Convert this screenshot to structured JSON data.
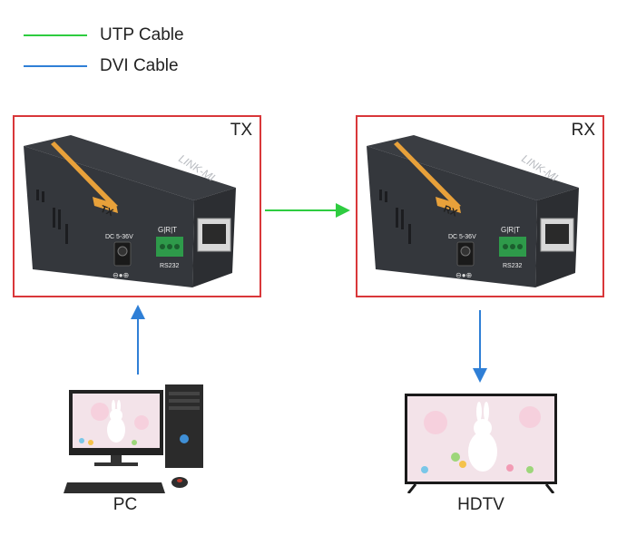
{
  "legend": [
    {
      "label": "UTP Cable",
      "color": "#2ecc40"
    },
    {
      "label": "DVI Cable",
      "color": "#2f7fd6"
    }
  ],
  "tx": {
    "label": "TX",
    "brand": "LINK-MI",
    "badge": "TX",
    "power_label": "DC 5-36V",
    "rs232_pins": "G|R|T",
    "rs232_label": "RS232"
  },
  "rx": {
    "label": "RX",
    "brand": "LINK-MI",
    "badge": "RX",
    "power_label": "DC 5-36V",
    "rs232_pins": "G|R|T",
    "rs232_label": "RS232"
  },
  "source": {
    "label": "PC"
  },
  "display": {
    "label": "HDTV"
  },
  "colors": {
    "frame": "#d9373a",
    "utp": "#2ecc40",
    "dvi": "#2f7fd6"
  }
}
